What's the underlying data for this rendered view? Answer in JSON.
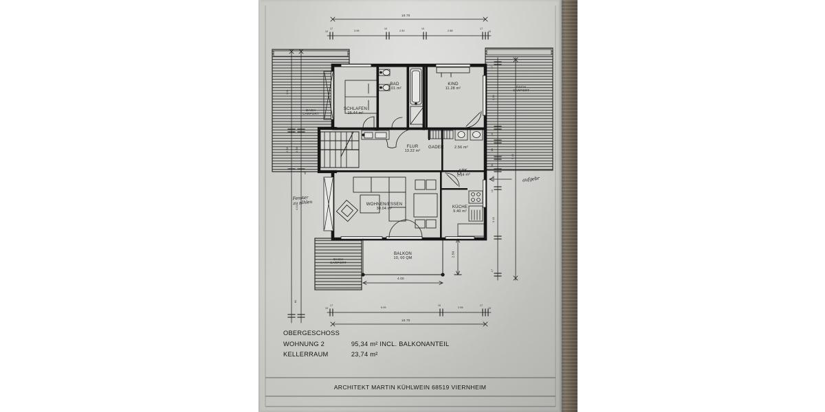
{
  "document": {
    "kind": "architectural-floor-plan-photo",
    "language": "de",
    "paper_tone": "#cfd0cc",
    "ink": "#1c1c1c",
    "desk_edge_color": "#6d6455"
  },
  "title_block": {
    "level": "OBERGESCHOSS",
    "unit_label": "WOHNUNG 2",
    "unit_area": "95,34 m² INCL. BALKONANTEIL",
    "cellar_label": "KELLERRAUM",
    "cellar_area": "23,74 m²",
    "architect": "ARCHITEKT MARTIN KÜHLWEIN 68519 VIERNHEIM"
  },
  "rooms": [
    {
      "id": "schlafen",
      "name": "SCHLAFEN",
      "area": "15.44 m²"
    },
    {
      "id": "bad",
      "name": "BAD",
      "area": "7.01 m²"
    },
    {
      "id": "kind",
      "name": "KIND",
      "area": "11.28 m²"
    },
    {
      "id": "gader",
      "name": "GADER",
      "area": "2.56 m²"
    },
    {
      "id": "flur",
      "name": "FLUR",
      "area": "13.22 m²"
    },
    {
      "id": "spk",
      "name": "SPK",
      "area": "1.34 m²"
    },
    {
      "id": "wohnen",
      "name": "WOHNEN/ESSEN",
      "area": "30.04 m²"
    },
    {
      "id": "kueche",
      "name": "KÜCHE",
      "area": "9.40 m²"
    },
    {
      "id": "balkon",
      "name": "BALKON",
      "area": "10, 00 QM"
    }
  ],
  "hatched_areas": [
    {
      "id": "carport-left",
      "line1": "DACH",
      "line2": "CARPORT"
    },
    {
      "id": "carport-right",
      "line1": "DACH",
      "line2": "CARPORT"
    },
    {
      "id": "carport-bottom",
      "line1": "DACH",
      "line2": "CARPORT"
    }
  ],
  "dimensions": {
    "top_overall": "10.70",
    "top_chain": [
      "10",
      "17",
      "3.96",
      "10",
      "2.50",
      "10",
      "2.88",
      "17",
      "10"
    ],
    "top_chain_main": [
      "3.96",
      "2.50",
      "2.88"
    ],
    "bottom_overall": "10.70",
    "bottom_chain_main": [
      "6.99",
      "2.55"
    ],
    "bottom_chain": [
      "10",
      "17",
      "6.99",
      "10",
      "2.55",
      "17",
      "10"
    ],
    "balcony_width": "4.00",
    "balcony_depth": "2.50",
    "left_chain": [
      "40",
      "1.01",
      "2.38",
      "4.01",
      "10",
      "80"
    ],
    "right_chain": [
      "10",
      "17",
      "3.38",
      "10",
      "80",
      "60",
      "1.18",
      "10",
      "1.00",
      "10",
      "3.18",
      "10",
      "17"
    ],
    "right_overall": "5.18"
  },
  "handwriting": [
    {
      "id": "note-left",
      "line1": "Fenster",
      "line2": "zu zählen"
    },
    {
      "id": "note-right",
      "line1": "aufgebr",
      "line2": ""
    }
  ]
}
